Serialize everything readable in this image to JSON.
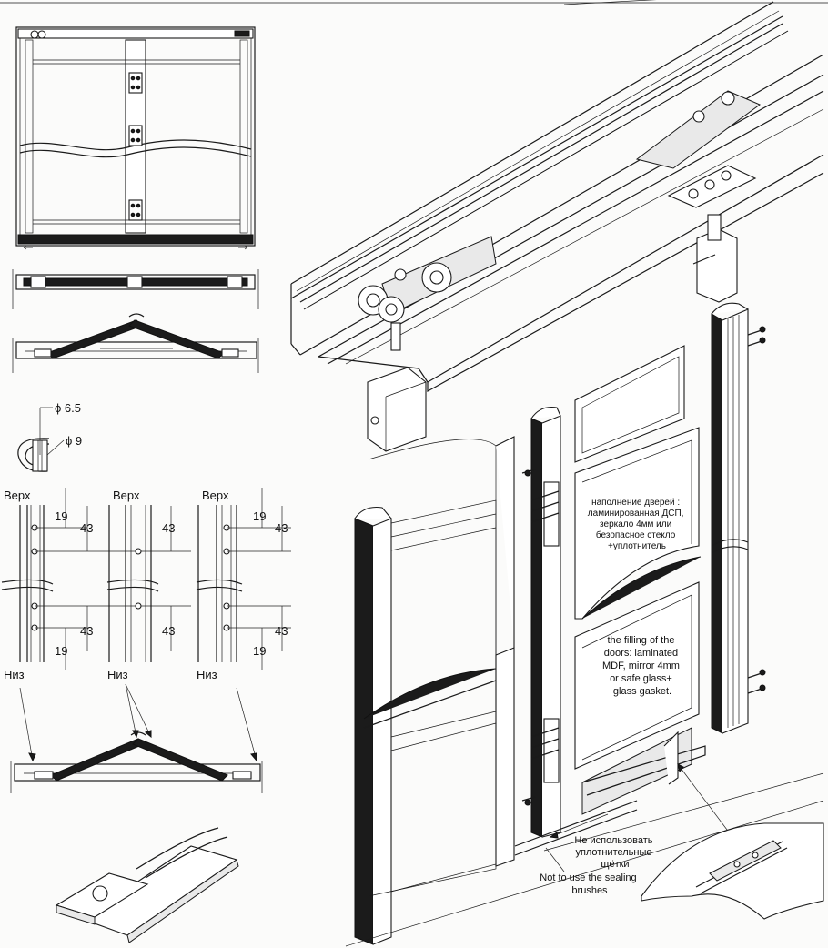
{
  "labels": {
    "diameter_small": "ϕ 6.5",
    "diameter_large": "ϕ 9",
    "top": "Верх",
    "bottom": "Низ",
    "dim_19": "19",
    "dim_43": "43"
  },
  "notes": {
    "filling_ru": [
      "наполнение дверей :",
      "ламинированная ДСП,",
      "зеркало 4мм или",
      "безопасное стекло",
      "+уплотнитель"
    ],
    "filling_en": [
      "the filling of the",
      "doors: laminated",
      "MDF, mirror  4mm",
      "or safe glass+",
      "glass gasket."
    ],
    "brushes_ru": [
      "Не использовать",
      "уплотнительные",
      "щётки"
    ],
    "brushes_en": [
      "Not to use the sealing",
      "brushes"
    ]
  }
}
